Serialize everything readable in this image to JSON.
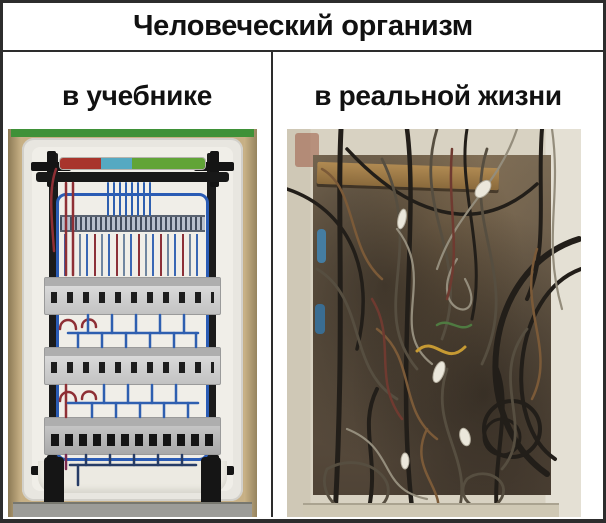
{
  "meme": {
    "title": "Человеческий организм",
    "panels": [
      {
        "label": "в учебнике",
        "photo_alt": "Аккуратный электрощит: ровные ряды автоматов, упорядоченные синие и красные провода"
      },
      {
        "label": "в реальной жизни",
        "photo_alt": "Хаотичный клубок запутанных проводов в нише стены с деревянной балкой"
      }
    ]
  },
  "colors": {
    "frame_border": "#2d2d2d",
    "background": "#ffffff",
    "text": "#111111",
    "tidy_wire_blue": "#2b5cb5",
    "tidy_wire_red": "#8e2f35",
    "panel_green_strip": "#3f9138",
    "messy_wall": "#d8d2c2",
    "messy_recess": "#6b5b48",
    "messy_beam": "#9a7b4c"
  }
}
